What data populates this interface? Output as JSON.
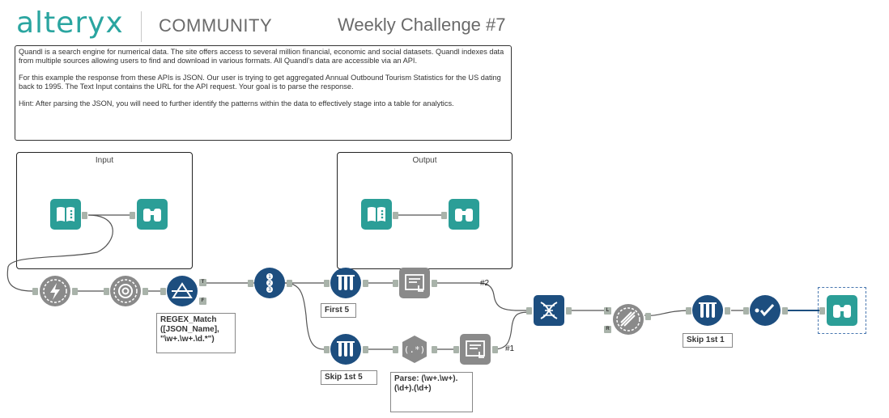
{
  "header": {
    "logo_text": "alteryx",
    "community_text": "COMMUNITY",
    "challenge_title": "Weekly Challenge #7"
  },
  "description": {
    "paragraph1": "Quandl is a search engine for numerical data. The site offers access to several million financial, economic and social datasets. Quandl indexes data from multiple sources allowing users to find and download in various formats.  All Quandl's data are accessible via an API.",
    "paragraph2": "For this example the response from these APIs is JSON.  Our user is trying to get aggregated Annual Outbound Tourism Statistics for the US dating back to 1995.  The Text Input contains the URL for the API request. Your goal is to parse the response.",
    "paragraph3": "Hint:  After parsing the JSON, you will need to further identify the patterns within the data to effectively stage into a table for analytics."
  },
  "containers": {
    "input_title": "Input",
    "output_title": "Output"
  },
  "annotations": {
    "filter": "REGEX_Match ([JSON_Name], \"\\w+.\\w+.\\d.*\")",
    "first5": "First 5",
    "skip5": "Skip 1st 5",
    "parse": "Parse: (\\w+.\\w+).(\\d+).(\\d+)",
    "skip1": "Skip 1st 1"
  },
  "anchors": {
    "true_label": "T",
    "false_label": "F",
    "left_label": "L",
    "right_label": "R"
  },
  "connections": {
    "hash2": "#2",
    "hash1": "#1"
  },
  "colors": {
    "teal": "#2b9e97",
    "navy": "#1d4e7f",
    "gray": "#8a8a8a",
    "anchor": "#a9b3aa",
    "wire": "#555555"
  },
  "icons": [
    "text-input-icon",
    "browse-icon",
    "download-icon",
    "json-parse-icon",
    "filter-icon",
    "record-id-icon",
    "sample-icon",
    "cross-tab-icon",
    "regex-icon",
    "dynamic-rename-icon",
    "join-icon",
    "select-icon"
  ]
}
